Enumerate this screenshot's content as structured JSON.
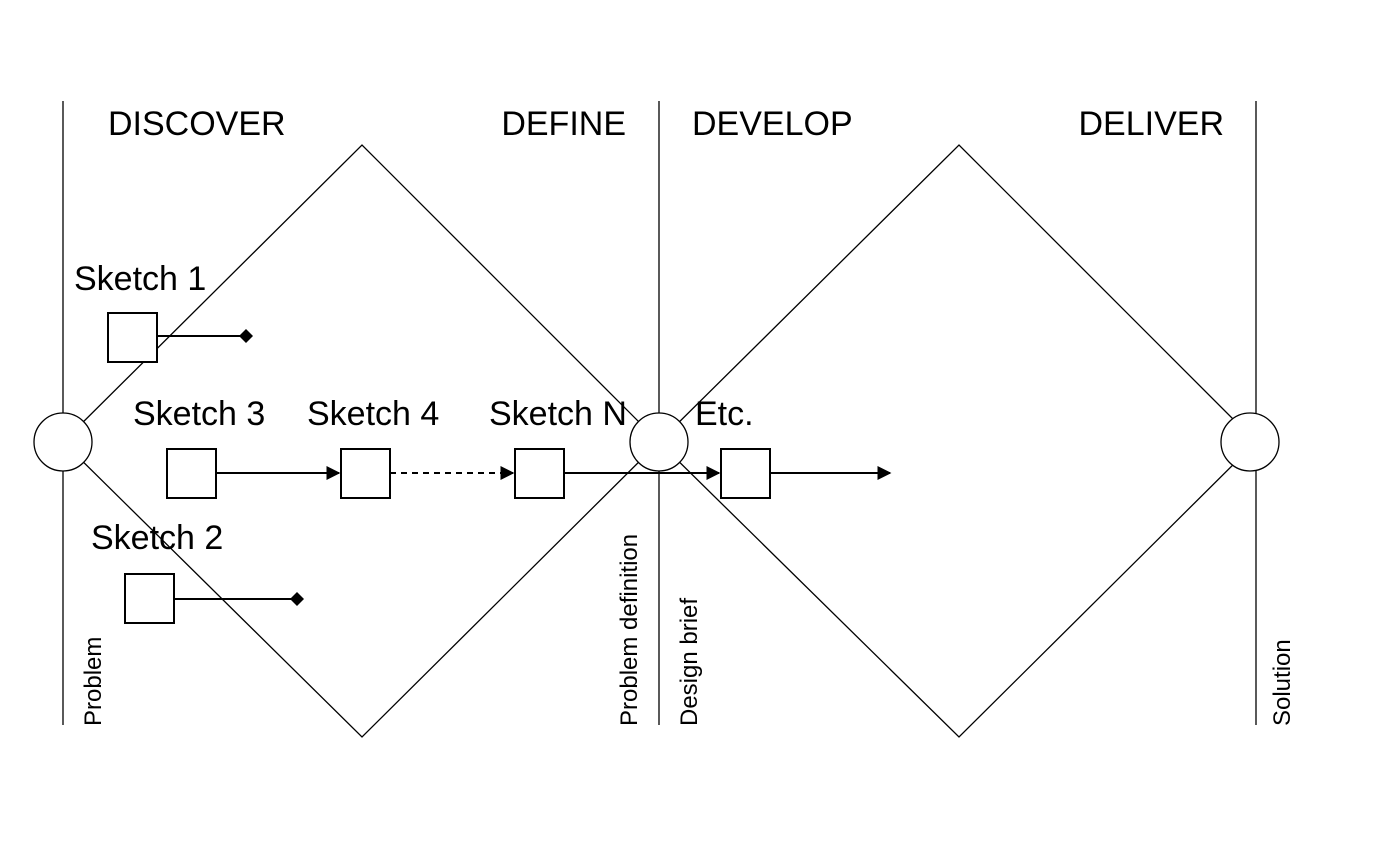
{
  "phases": {
    "discover": "DISCOVER",
    "define": "DEFINE",
    "develop": "DEVELOP",
    "deliver": "DELIVER"
  },
  "sketches": {
    "s1": "Sketch 1",
    "s2": "Sketch 2",
    "s3": "Sketch 3",
    "s4": "Sketch 4",
    "sn": "Sketch N",
    "etc": "Etc."
  },
  "milestones": {
    "problem": "Problem",
    "problem_definition": "Problem definition",
    "design_brief": "Design brief",
    "solution": "Solution"
  },
  "colors": {
    "stroke": "#000000",
    "background": "#ffffff"
  }
}
